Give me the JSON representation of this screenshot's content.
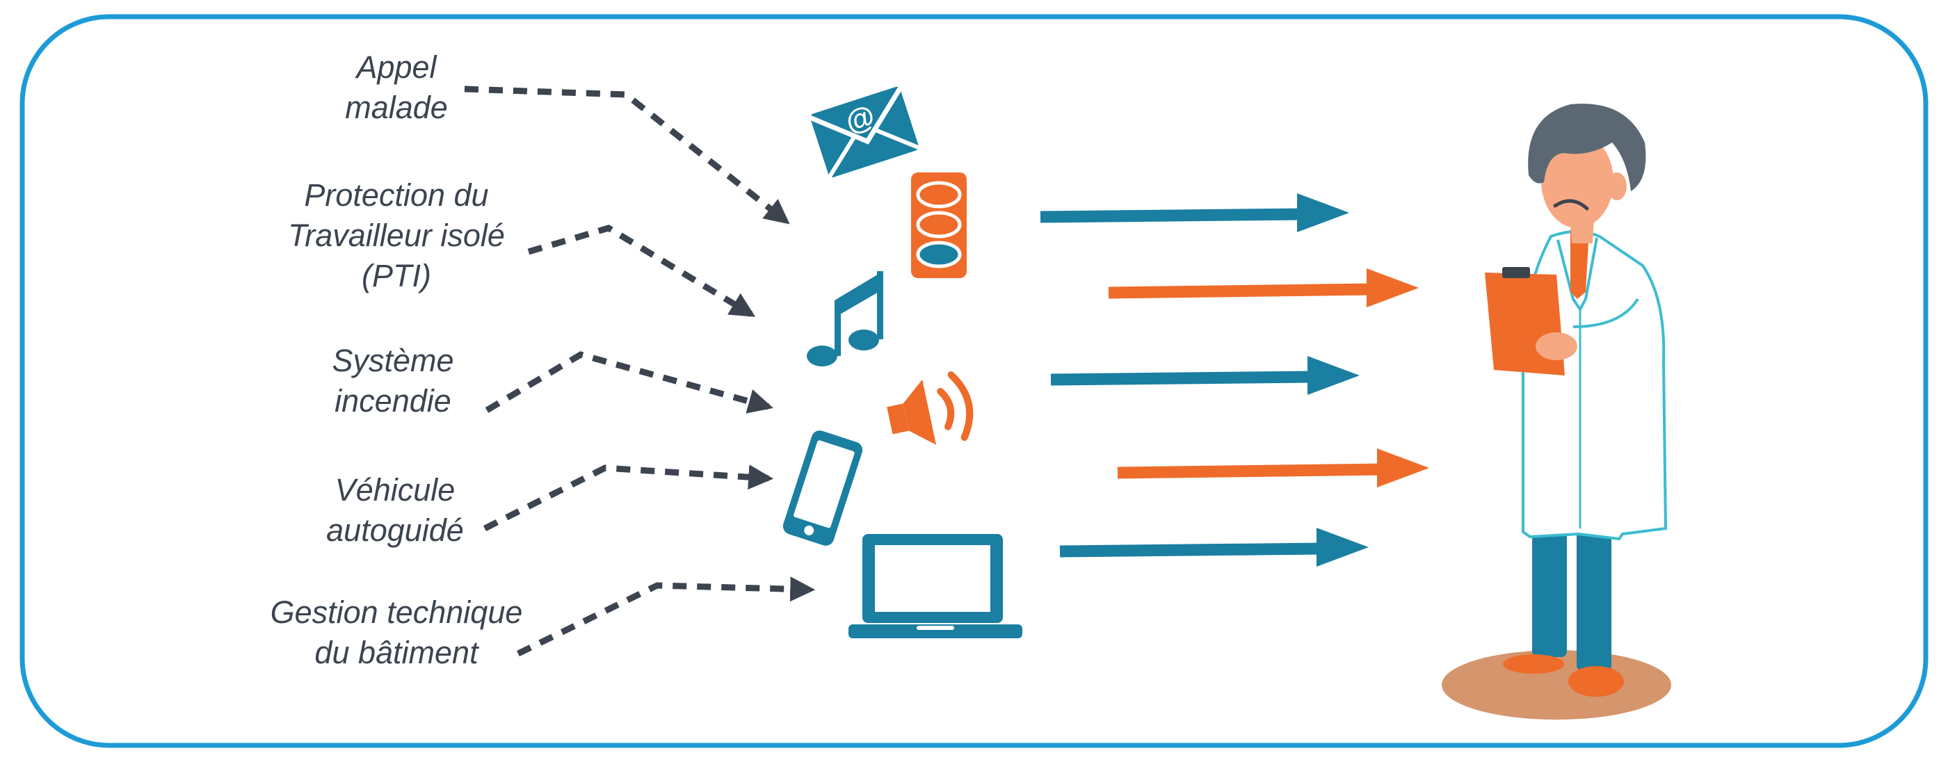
{
  "colors": {
    "frame": "#1d9bd7",
    "teal": "#1a7fa1",
    "orange": "#ef6b2a",
    "dark_dash": "#3c4450",
    "skin": "#f6a883",
    "hair": "#5b6873",
    "shadow": "#d5956d",
    "coat_outline": "#3cbcd0"
  },
  "sources": [
    {
      "lines": [
        "Appel",
        "malade"
      ]
    },
    {
      "lines": [
        "Protection du",
        "Travailleur isolé",
        "(PTI)"
      ]
    },
    {
      "lines": [
        "Système",
        "incendie"
      ]
    },
    {
      "lines": [
        "Véhicule",
        "autoguidé"
      ]
    },
    {
      "lines": [
        "Gestion technique",
        "du bâtiment"
      ]
    }
  ],
  "icons": {
    "email_symbol": "@",
    "names": [
      "email-icon",
      "traffic-light-icon",
      "music-note-icon",
      "speaker-icon",
      "smartphone-icon",
      "laptop-icon"
    ]
  }
}
